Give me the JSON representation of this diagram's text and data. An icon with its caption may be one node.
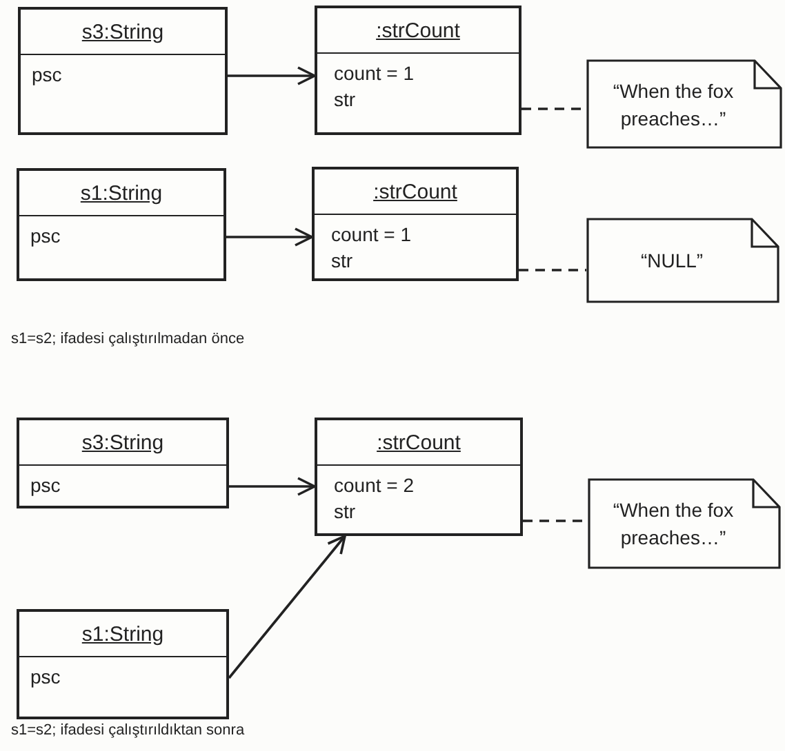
{
  "diagram": {
    "nodes": [
      {
        "text": [
          "s3:String",
          "psc"
        ]
      },
      {
        "text": [
          ":strCount",
          "count = 1",
          "str"
        ]
      },
      {
        "text": [
          "“When the fox preaches…”"
        ]
      },
      {
        "text": [
          "s1:String",
          "psc"
        ]
      },
      {
        "text": [
          ":strCount",
          "count = 1",
          "str"
        ]
      },
      {
        "text": [
          "“NULL”"
        ]
      },
      {
        "text": [
          "s3:String",
          "psc"
        ]
      },
      {
        "text": [
          ":strCount",
          "count = 2",
          "str"
        ]
      },
      {
        "text": [
          "“When the fox preaches…”"
        ]
      },
      {
        "text": [
          "s1:String",
          "psc"
        ]
      }
    ],
    "edges": [
      {
        "from": 0,
        "to": 1,
        "arrow": "to"
      },
      {
        "from": 1,
        "to": 2,
        "arrow": "none",
        "style": "dashed"
      },
      {
        "from": 3,
        "to": 4,
        "arrow": "to"
      },
      {
        "from": 4,
        "to": 5,
        "arrow": "none",
        "style": "dashed"
      },
      {
        "from": 6,
        "to": 7,
        "arrow": "to"
      },
      {
        "from": 9,
        "to": 7,
        "arrow": "to"
      },
      {
        "from": 7,
        "to": 8,
        "arrow": "none",
        "style": "dashed"
      }
    ],
    "labels": [
      "s1=s2; ifadesi çalıştırılmadan önce",
      "s1=s2; ifadesi çalıştırıldıktan sonra"
    ]
  }
}
